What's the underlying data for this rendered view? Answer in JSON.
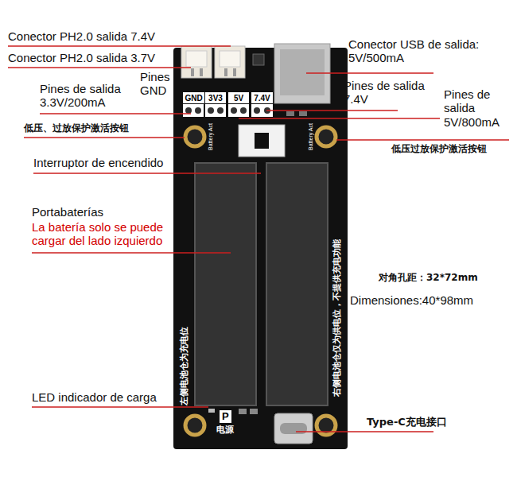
{
  "diagram": {
    "nodes": [
      {
        "text": [
          "GND"
        ]
      },
      {
        "text": [
          "3V3"
        ]
      },
      {
        "text": [
          "5V"
        ]
      },
      {
        "text": [
          "7.4V"
        ]
      }
    ],
    "labels": [
      "Conector PH2.0 salida 7.4V",
      "Conector PH2.0 salida 3.7V",
      "Pines GND",
      "Pines de salida 3.3V/200mA",
      "低压、过放保护激活按钮",
      "Interruptor de encendido",
      "Portabaterías",
      "La batería solo se puede cargar del lado izquierdo",
      "LED indicador de carga",
      "Conector USB de salida: 5V/500mA",
      "Pines de salida 7.4V",
      "Pines de salida 5V/800mA",
      "低压过放保护激活按钮",
      "对角孔距：32*72mm",
      "Dimensiones:40*98mm",
      "Type-C充电接口",
      "Battery Act",
      "Battery Act",
      "左侧电池仓为充电位",
      "右侧电池仓仅为供电位，不提供充电功能",
      "P",
      "电源"
    ]
  }
}
